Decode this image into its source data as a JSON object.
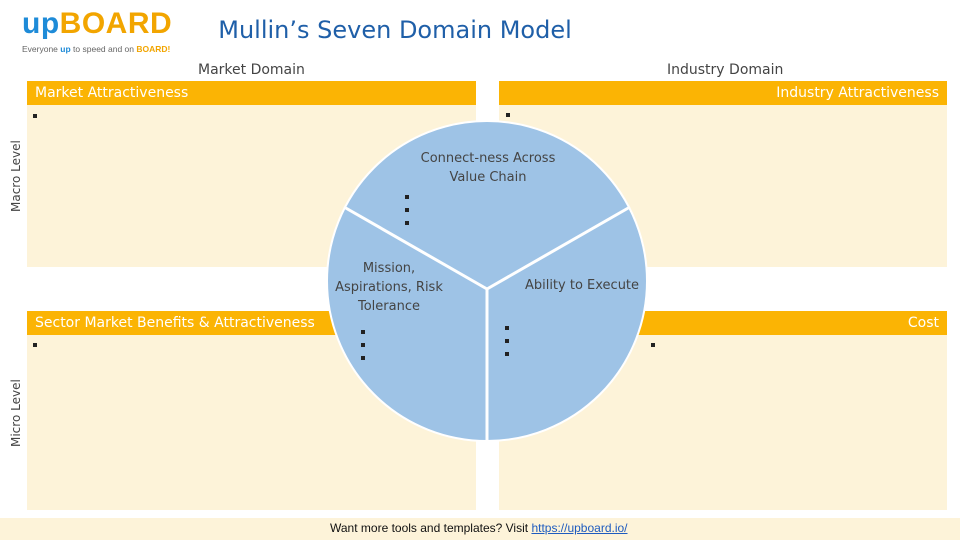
{
  "logo": {
    "up": "up",
    "board": "BOARD",
    "tagline_prefix": "Everyone ",
    "tagline_up": "up",
    "tagline_mid": " to speed and on ",
    "tagline_board": "BOARD!"
  },
  "title": "Mullin’s Seven Domain Model",
  "domains": {
    "market": "Market Domain",
    "industry": "Industry Domain"
  },
  "levels": {
    "macro": "Macro Level",
    "micro": "Micro Level"
  },
  "quadrants": {
    "top_left": "Market Attractiveness",
    "top_right": "Industry Attractiveness",
    "bottom_left": "Sector Market Benefits & Attractiveness",
    "bottom_right": "Cost"
  },
  "circle": {
    "top": "Connect-ness Across Value Chain",
    "left": "Mission, Aspirations, Risk Tolerance",
    "right": "Ability to Execute"
  },
  "footer": {
    "text": "Want more tools and templates? Visit ",
    "link": "https://upboard.io/"
  },
  "colors": {
    "bar": "#fbb404",
    "quadrant": "#fdf3d9",
    "circle": "#9ec3e6",
    "title": "#1f5fa8"
  }
}
